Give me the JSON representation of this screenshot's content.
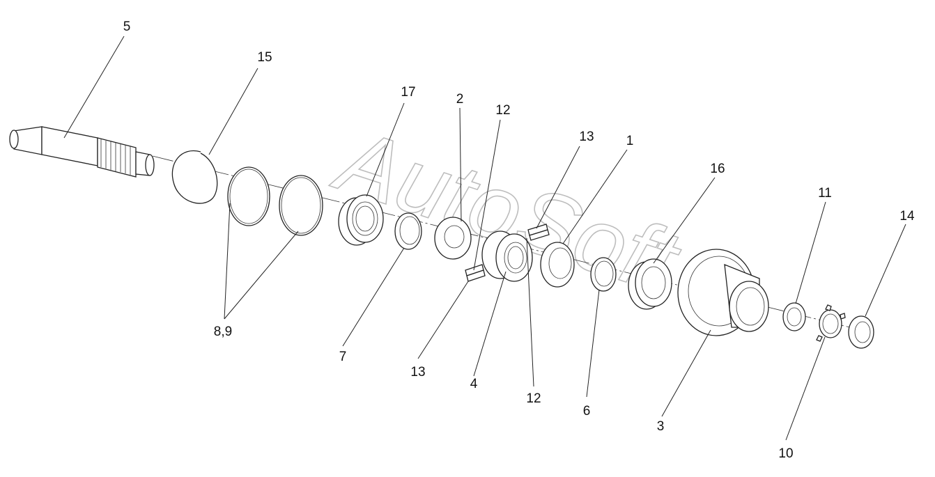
{
  "watermark": "AutoSoft",
  "colors": {
    "line": "#222222",
    "watermark": "#bdbdbd",
    "background": "#ffffff"
  },
  "labels": [
    {
      "id": "5",
      "text": "5"
    },
    {
      "id": "15",
      "text": "15"
    },
    {
      "id": "17",
      "text": "17"
    },
    {
      "id": "2",
      "text": "2"
    },
    {
      "id": "12a",
      "text": "12"
    },
    {
      "id": "13a",
      "text": "13"
    },
    {
      "id": "1",
      "text": "1"
    },
    {
      "id": "16",
      "text": "16"
    },
    {
      "id": "11",
      "text": "11"
    },
    {
      "id": "14",
      "text": "14"
    },
    {
      "id": "89",
      "text": "8,9"
    },
    {
      "id": "7",
      "text": "7"
    },
    {
      "id": "13b",
      "text": "13"
    },
    {
      "id": "4",
      "text": "4"
    },
    {
      "id": "12b",
      "text": "12"
    },
    {
      "id": "6",
      "text": "6"
    },
    {
      "id": "3",
      "text": "3"
    },
    {
      "id": "10",
      "text": "10"
    }
  ]
}
